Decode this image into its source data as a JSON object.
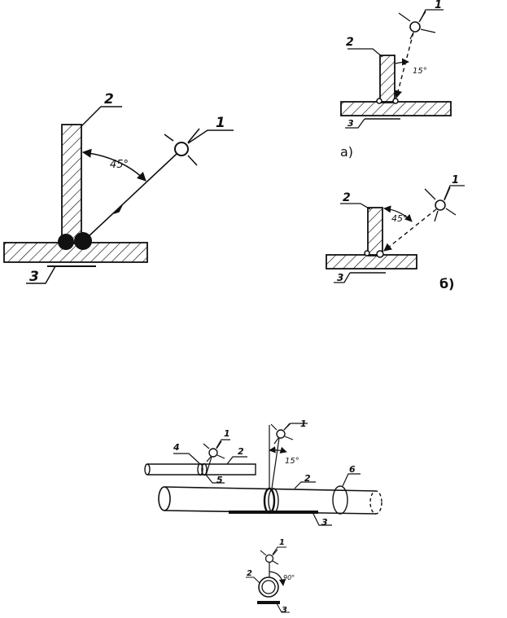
{
  "fig_large": {
    "label_source": "1",
    "label_rib": "2",
    "label_base": "3",
    "angle": "45°"
  },
  "fig_a": {
    "label_source": "1",
    "label_rib": "2",
    "label_base": "3",
    "angle": "15°",
    "caption": "а)"
  },
  "fig_b": {
    "label_source": "1",
    "label_rib": "2",
    "label_base": "3",
    "angle": "45°",
    "caption": "б)"
  },
  "fig_pipe": {
    "label_source_left": "1",
    "label_source_mid": "1",
    "label_pipe_small": "2",
    "label_pipe_large": "2",
    "label_base": "3",
    "label_clamp": "4",
    "label_joint": "5",
    "label_ring": "6",
    "angle": "15°"
  },
  "fig_section": {
    "label_source": "1",
    "label_pipe": "2",
    "label_base": "3",
    "angle": "90°"
  },
  "colors": {
    "ink": "#111111",
    "paper": "#ffffff"
  },
  "icons": [
    "light-source-icon",
    "arrow-icon"
  ]
}
